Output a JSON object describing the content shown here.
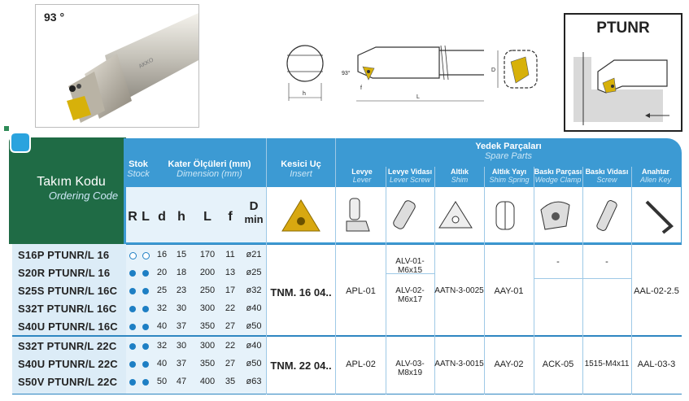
{
  "photo": {
    "angle": "93 °",
    "brand": "AKKO"
  },
  "ptunr_box": {
    "title": "PTUNR"
  },
  "drawing": {
    "angle": "93°",
    "h": "h",
    "L": "L",
    "D": "D",
    "f": "f"
  },
  "header": {
    "ordering_code_tr": "Takım Kodu",
    "ordering_code_en": "Ordering Code",
    "stock_tr": "Stok",
    "stock_en": "Stock",
    "dimension_tr": "Kater Ölçüleri (mm)",
    "dimension_en": "Dimension (mm)",
    "insert_tr": "Kesici Uç",
    "insert_en": "Insert",
    "spare_tr": "Yedek Parçaları",
    "spare_en": "Spare Parts",
    "cols": {
      "R": "R",
      "L": "L",
      "d": "d",
      "h": "h",
      "Lcol": "L",
      "f": "f",
      "D": "D",
      "min": "min"
    },
    "parts": [
      {
        "tr": "Levye",
        "en": "Lever"
      },
      {
        "tr": "Levye Vidası",
        "en": "Lever Screw"
      },
      {
        "tr": "Altlık",
        "en": "Shim"
      },
      {
        "tr": "Altlık Yayı",
        "en": "Shim Spring"
      },
      {
        "tr": "Baskı Parçası",
        "en": "Wedge Clamp"
      },
      {
        "tr": "Baskı Vidası",
        "en": "Screw"
      },
      {
        "tr": "Anahtar",
        "en": "Allen Key"
      }
    ]
  },
  "rows": [
    {
      "code": "S16P PTUNR/L 16",
      "stockR": "hollow",
      "stockL": "hollow",
      "d": "16",
      "h": "15",
      "L": "170",
      "f": "11",
      "D": "ø21"
    },
    {
      "code": "S20R PTUNR/L 16",
      "stockR": "full",
      "stockL": "full",
      "d": "20",
      "h": "18",
      "L": "200",
      "f": "13",
      "D": "ø25"
    },
    {
      "code": "S25S PTUNR/L 16C",
      "stockR": "full",
      "stockL": "full",
      "d": "25",
      "h": "23",
      "L": "250",
      "f": "17",
      "D": "ø32"
    },
    {
      "code": "S32T PTUNR/L 16C",
      "stockR": "full",
      "stockL": "full",
      "d": "32",
      "h": "30",
      "L": "300",
      "f": "22",
      "D": "ø40"
    },
    {
      "code": "S40U PTUNR/L 16C",
      "stockR": "full",
      "stockL": "full",
      "d": "40",
      "h": "37",
      "L": "350",
      "f": "27",
      "D": "ø50"
    },
    {
      "code": "S32T PTUNR/L 22C",
      "stockR": "full",
      "stockL": "full",
      "d": "32",
      "h": "30",
      "L": "300",
      "f": "22",
      "D": "ø40"
    },
    {
      "code": "S40U PTUNR/L 22C",
      "stockR": "full",
      "stockL": "full",
      "d": "40",
      "h": "37",
      "L": "350",
      "f": "27",
      "D": "ø50"
    },
    {
      "code": "S50V PTUNR/L 22C",
      "stockR": "full",
      "stockL": "full",
      "d": "50",
      "h": "47",
      "L": "400",
      "f": "35",
      "D": "ø63"
    }
  ],
  "groups": [
    {
      "insert": "TNM. 16 04..",
      "lever": "APL-01",
      "lever_screw_a": "ALV-01-M6x15",
      "lever_screw_b": "ALV-02-M6x17",
      "shim": "AATN-3-0025",
      "spring": "AAY-01",
      "wedge": "-",
      "screw": "-",
      "key": "AAL-02-2.5"
    },
    {
      "insert": "TNM. 22 04..",
      "lever": "APL-02",
      "lever_screw": "ALV-03-M8x19",
      "shim": "AATN-3-0015",
      "spring": "AAY-02",
      "wedge": "ACK-05",
      "screw": "1515-M4x11",
      "key": "AAL-03-3"
    }
  ],
  "colors": {
    "header_blue": "#3c9ad3",
    "green": "#1f6b45",
    "dot_blue": "#1e7fc4",
    "insert_gold": "#d8a810"
  }
}
